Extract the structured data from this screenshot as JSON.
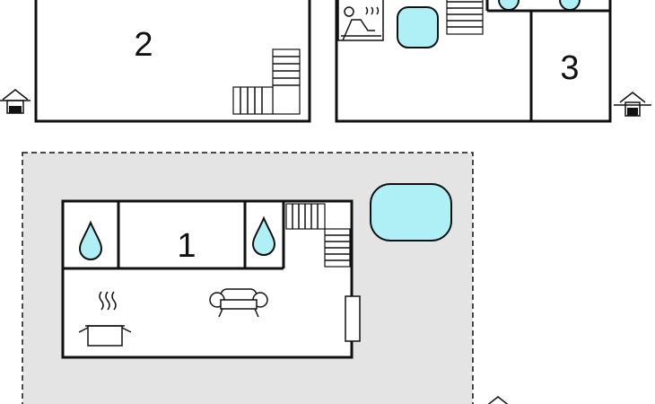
{
  "colors": {
    "wall": "#111111",
    "water": "#aef0f6",
    "outdoor_area": "#e4e4e4",
    "background": "#ffffff"
  },
  "rooms": [
    {
      "id": "room-2",
      "label": "2"
    },
    {
      "id": "room-3",
      "label": "3"
    },
    {
      "id": "room-1",
      "label": "1"
    }
  ],
  "icons": [
    "house-entrance-icon",
    "house-entrance-icon",
    "house-entrance-icon",
    "sauna-icon",
    "jacuzzi-icon",
    "shower-icon",
    "cooking-pot-icon",
    "armchair-icon",
    "door-icon",
    "swimming-pool-icon",
    "stairs-icon"
  ]
}
